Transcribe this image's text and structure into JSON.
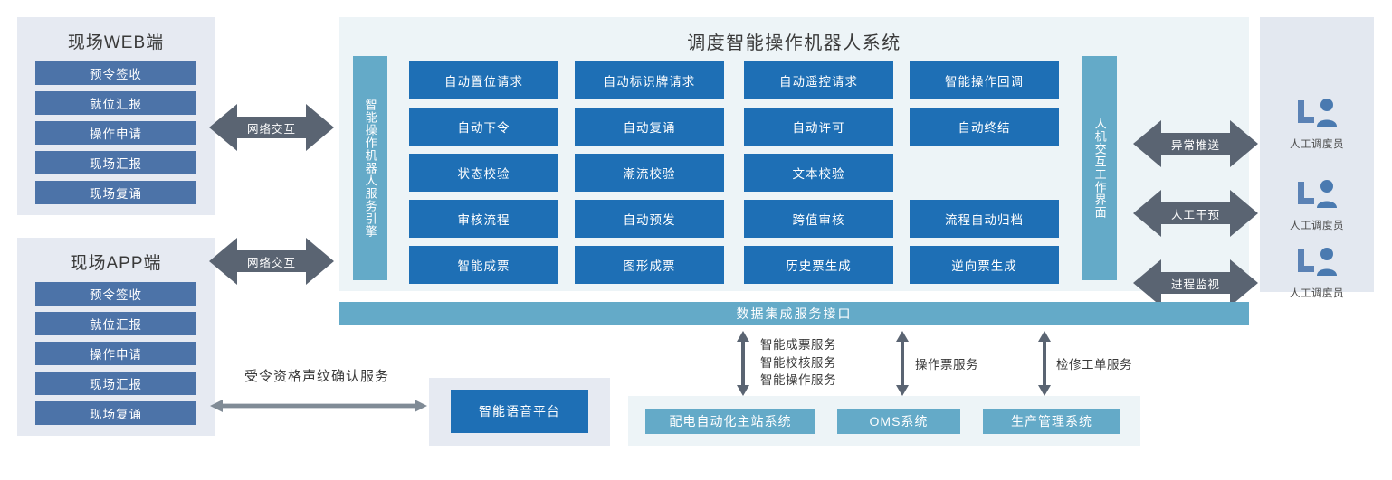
{
  "left_clients": [
    {
      "title": "现场WEB端",
      "buttons": [
        "预令签收",
        "就位汇报",
        "操作申请",
        "现场汇报",
        "现场复诵"
      ]
    },
    {
      "title": "现场APP端",
      "buttons": [
        "预令签收",
        "就位汇报",
        "操作申请",
        "现场汇报",
        "现场复诵"
      ]
    }
  ],
  "network_arrows": [
    {
      "label": "网络交互"
    },
    {
      "label": "网络交互"
    }
  ],
  "center": {
    "title": "调度智能操作机器人系统",
    "engine_label": "智能操作机器人服务引擎",
    "hmi_label": "人机交互工作界面",
    "grid": [
      [
        "自动置位请求",
        "自动标识牌请求",
        "自动遥控请求",
        "智能操作回调"
      ],
      [
        "自动下令",
        "自动复诵",
        "自动许可",
        "自动终结"
      ],
      [
        "状态校验",
        "潮流校验",
        "文本校验",
        ""
      ],
      [
        "审核流程",
        "自动预发",
        "跨值审核",
        "流程自动归档"
      ],
      [
        "智能成票",
        "图形成票",
        "历史票生成",
        "逆向票生成"
      ]
    ]
  },
  "right_arrows": [
    {
      "label": "异常推送"
    },
    {
      "label": "人工干预"
    },
    {
      "label": "进程监视"
    }
  ],
  "operators": [
    {
      "label": "人工调度员",
      "icon": "operator-workstation-icon"
    },
    {
      "label": "人工调度员",
      "icon": "operator-workstation-icon"
    },
    {
      "label": "人工调度员",
      "icon": "operator-workstation-icon"
    }
  ],
  "integration_bar": {
    "label": "数据集成服务接口"
  },
  "service_labels": [
    {
      "text": "智能成票服务\n智能校核服务\n智能操作服务"
    },
    {
      "text": "操作票服务"
    },
    {
      "text": "检修工单服务"
    }
  ],
  "bottom_systems": [
    "配电自动化主站系统",
    "OMS系统",
    "生产管理系统"
  ],
  "voice": {
    "box_label": "智能语音平台",
    "arrow_label": "受令资格声纹确认服务"
  },
  "colors": {
    "primary_blue": "#1e6fb5",
    "teal": "#64aac8",
    "sidebar_blue": "#4c73a8",
    "arrow_gray": "#5a6472",
    "panel_gray": "#e6eaf2",
    "panel_light": "#edf4f7"
  }
}
